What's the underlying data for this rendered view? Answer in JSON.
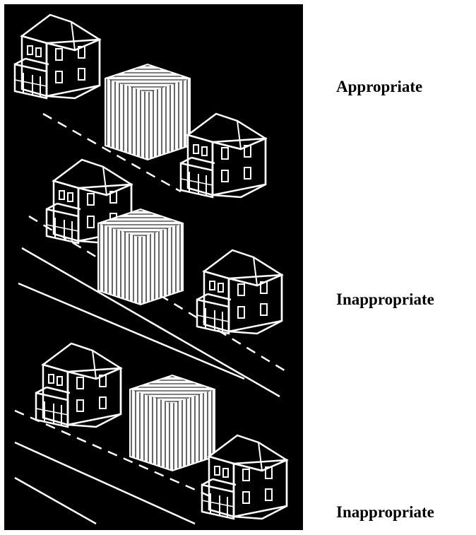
{
  "figure": {
    "labels": {
      "top": "Appropriate",
      "middle": "Inappropriate",
      "bottom": "Inappropriate"
    },
    "colors": {
      "background": "#000000",
      "ink": "#ffffff",
      "label_text": "#000000"
    },
    "icons": [
      "house-icon",
      "boxy-building-icon",
      "road-lines-icon"
    ]
  }
}
